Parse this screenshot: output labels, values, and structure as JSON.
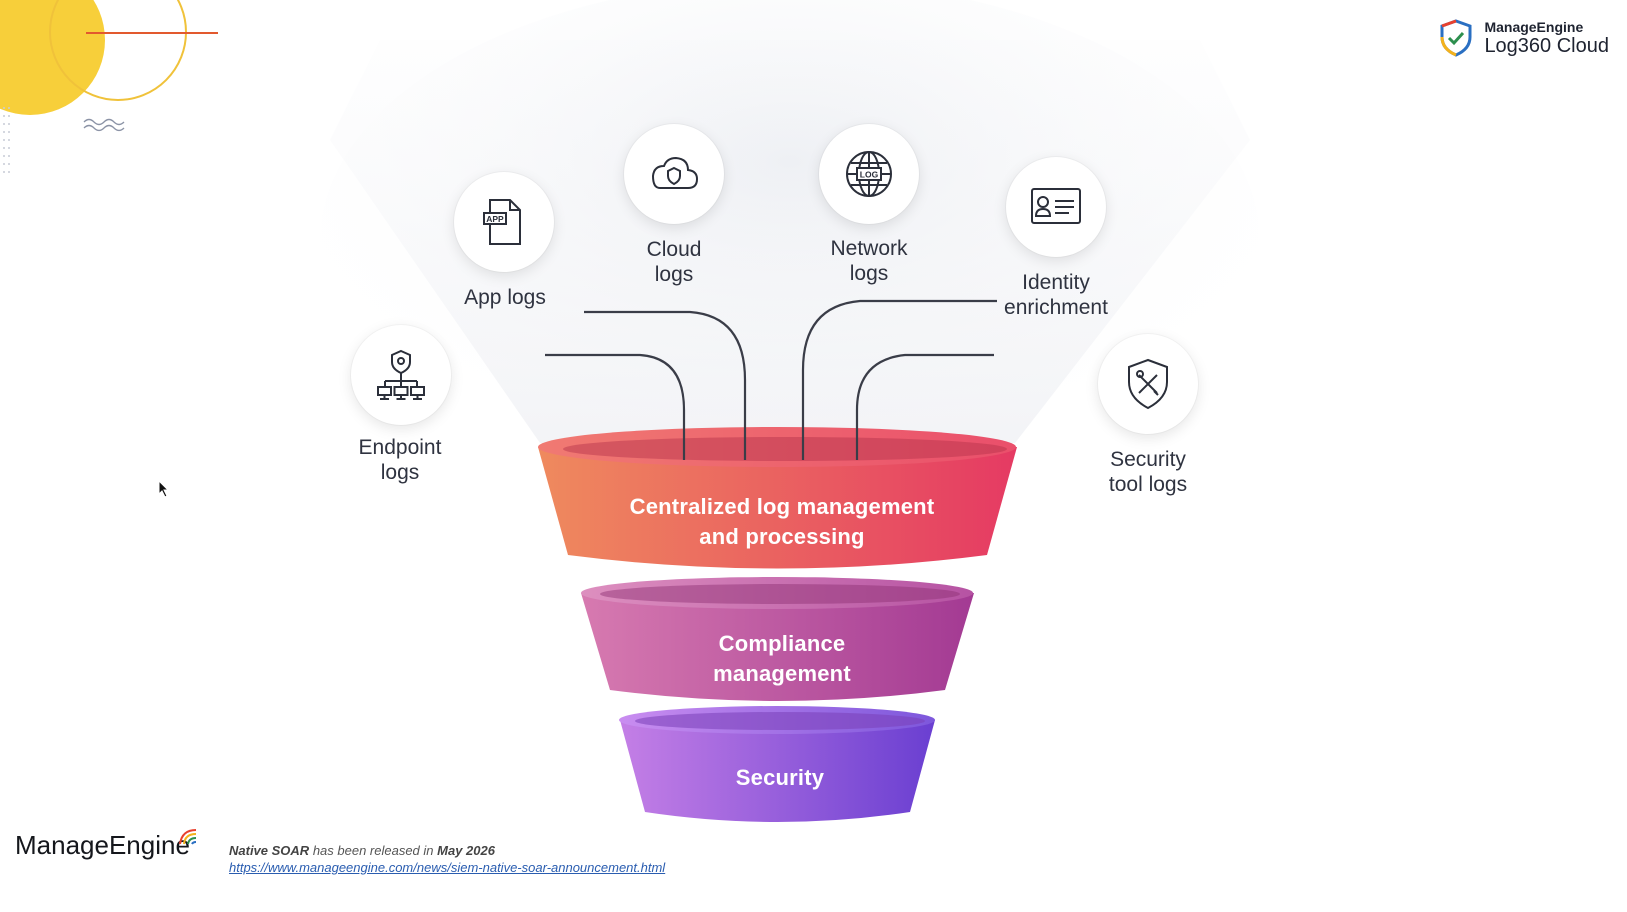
{
  "brand": {
    "top_line1": "ManageEngine",
    "top_line2": "Log360 Cloud",
    "bottom": "ManageEngine",
    "logo_colors": [
      "#e8412e",
      "#f4b21c",
      "#2d8f4e",
      "#2a6fc2"
    ]
  },
  "sources": [
    {
      "id": "endpoint",
      "label_line1": "Endpoint",
      "label_line2": "logs",
      "icon": "network-tree-shield-icon"
    },
    {
      "id": "app",
      "label_line1": "App logs",
      "label_line2": "",
      "icon": "app-file-icon"
    },
    {
      "id": "cloud",
      "label_line1": "Cloud",
      "label_line2": "logs",
      "icon": "cloud-shield-icon"
    },
    {
      "id": "network",
      "label_line1": "Network",
      "label_line2": "logs",
      "icon": "globe-log-icon"
    },
    {
      "id": "identity",
      "label_line1": "Identity",
      "label_line2": "enrichment",
      "icon": "id-card-icon"
    },
    {
      "id": "security_tool",
      "label_line1": "Security",
      "label_line2": "tool logs",
      "icon": "shield-tools-icon"
    }
  ],
  "tiers": [
    {
      "line1": "Centralized log management",
      "line2": "and processing",
      "color_left": "#ef8a5e",
      "color_right": "#e53a63"
    },
    {
      "line1": "Compliance",
      "line2": "management",
      "color_left": "#d77ab0",
      "color_right": "#a33a93"
    },
    {
      "line1": "Security",
      "line2": "",
      "color_left": "#c47fe6",
      "color_right": "#6a3fd1"
    }
  ],
  "footnote": {
    "part1": "Native SOAR",
    "part2": " has been released in ",
    "part3": "May 2026",
    "link": "https://www.manageengine.com/news/siem-native-soar-announcement.html"
  }
}
